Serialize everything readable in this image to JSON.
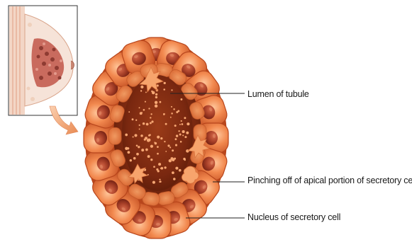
{
  "labels": {
    "lumen": "Lumen of tubule",
    "pinching": "Pinching off of apical portion of secretory cell",
    "nucleus": "Nucleus of secretory cell"
  },
  "colors": {
    "cell_fill": "#e8703a",
    "cell_light": "#f8a56c",
    "cell_edge": "#b8461c",
    "nucleus": "#9a3a26",
    "lumen": "#7a2a12",
    "leader_line": "#222222",
    "inset_border": "#333333",
    "arrow": "#f2a978"
  },
  "icons": {
    "inset": "breast-cross-section-illustration",
    "pointer": "curved-arrow-icon"
  }
}
